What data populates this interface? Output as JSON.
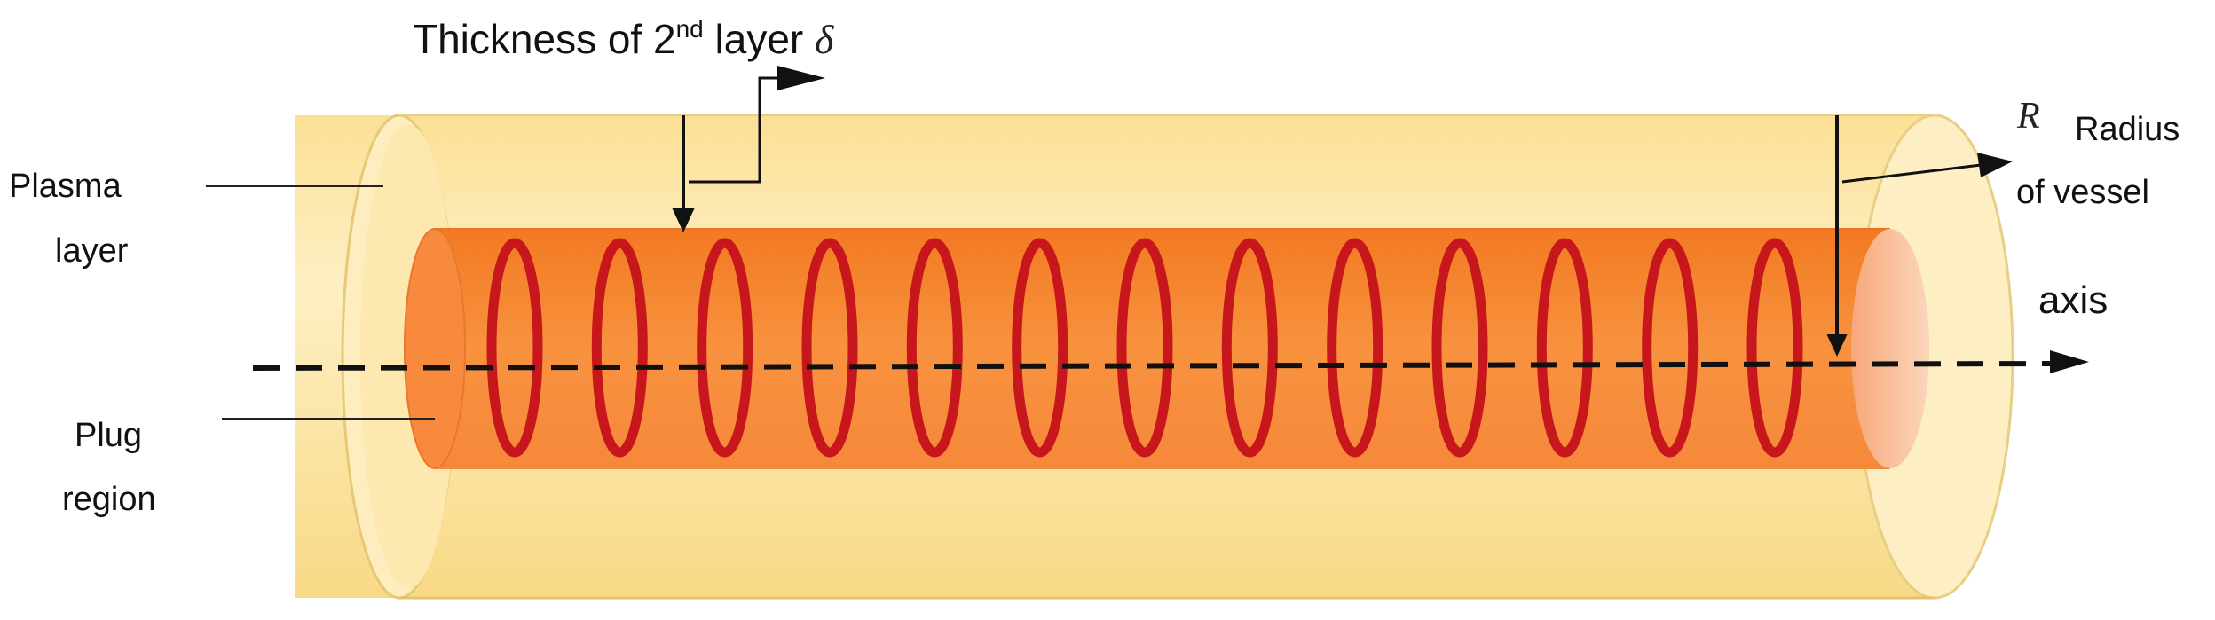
{
  "labels": {
    "thickness_main": "Thickness of 2",
    "thickness_sup": "nd",
    "thickness_rest": " layer ",
    "delta_symbol": "δ",
    "radius_symbol": "R",
    "radius_line1": "Radius",
    "radius_line2": "of vessel",
    "plasma_line1": "Plasma",
    "plasma_line2": "layer",
    "plug_line1": "Plug",
    "plug_line2": "region",
    "axis": "axis"
  },
  "colors": {
    "outer_cylinder": "#fde7a6",
    "inner_cylinder": "#f7893a",
    "rings": "#c8161d",
    "lines": "#111111"
  },
  "ring_count": 13
}
